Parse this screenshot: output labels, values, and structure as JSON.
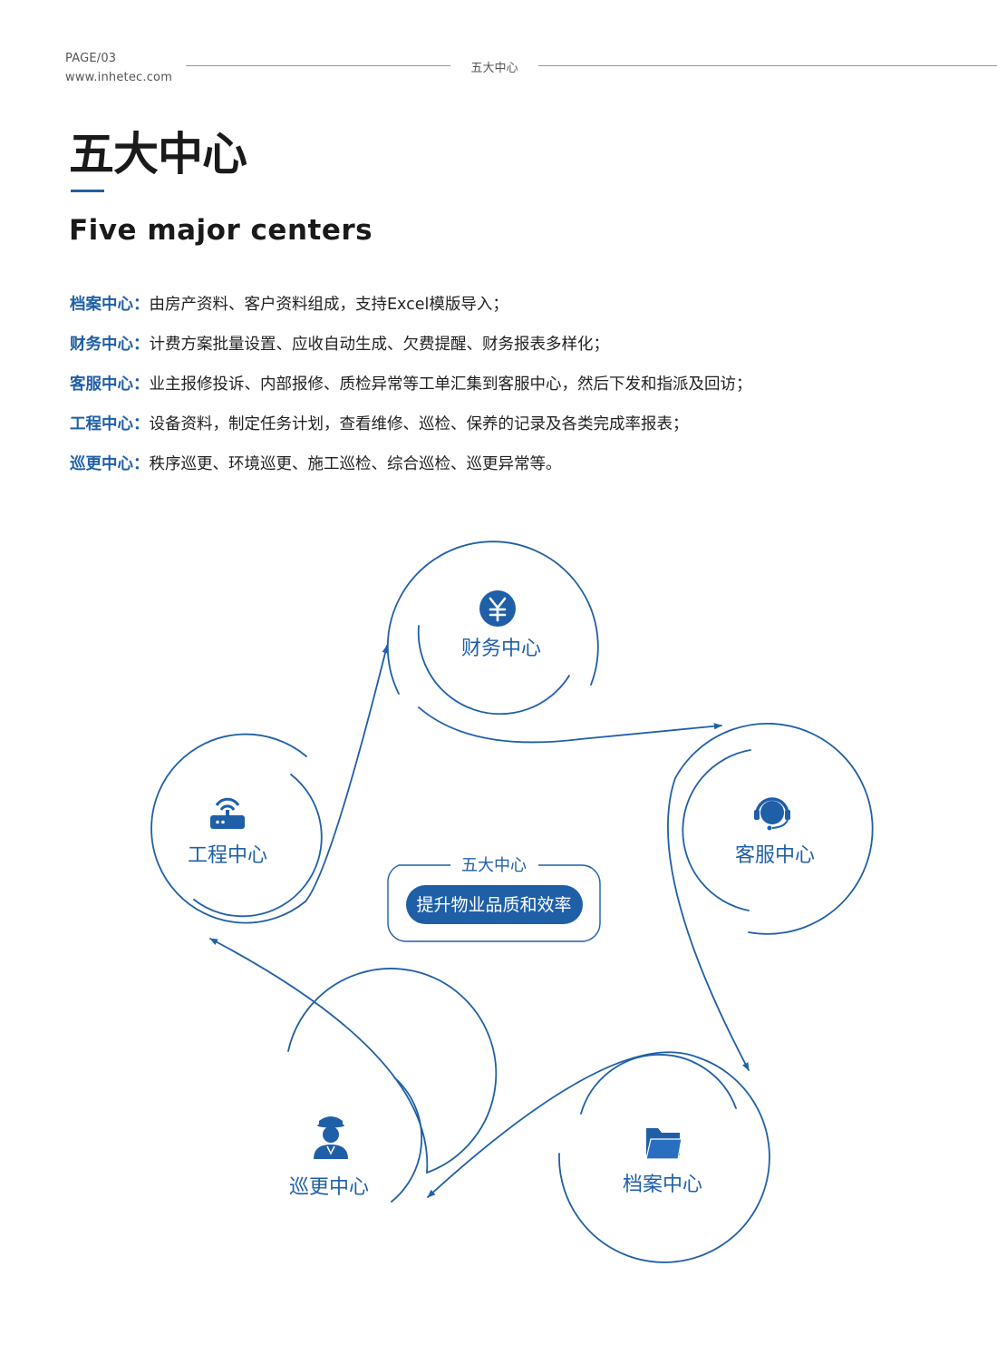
{
  "header": {
    "page": "PAGE/03",
    "url": "www.inhetec.com",
    "section": "五大中心"
  },
  "title": "五大中心",
  "subtitle": "Five major centers",
  "centers": [
    {
      "name": "档案中心：",
      "desc": "由房产资料、客户资料组成，支持Excel模版导入；"
    },
    {
      "name": "财务中心：",
      "desc": "计费方案批量设置、应收自动生成、欠费提醒、财务报表多样化；"
    },
    {
      "name": "客服中心：",
      "desc": "业主报修投诉、内部报修、质检异常等工单汇集到客服中心，然后下发和指派及回访；"
    },
    {
      "name": "工程中心：",
      "desc": "设备资料，制定任务计划，查看维修、巡检、保养的记录及各类完成率报表；"
    },
    {
      "name": "巡更中心：",
      "desc": "秩序巡更、环境巡更、施工巡检、综合巡检、巡更异常等。"
    }
  ],
  "diagram": {
    "core_title": "五大中心",
    "core_slogan": "提升物业品质和效率",
    "nodes": {
      "finance": {
        "label": "财务中心",
        "icon": "yen-coin-icon"
      },
      "service": {
        "label": "客服中心",
        "icon": "headset-agent-icon"
      },
      "archive": {
        "label": "档案中心",
        "icon": "folder-icon"
      },
      "patrol": {
        "label": "巡更中心",
        "icon": "security-guard-icon"
      },
      "engineering": {
        "label": "工程中心",
        "icon": "wifi-router-icon"
      }
    },
    "accent_color": "#1f5fa8"
  }
}
